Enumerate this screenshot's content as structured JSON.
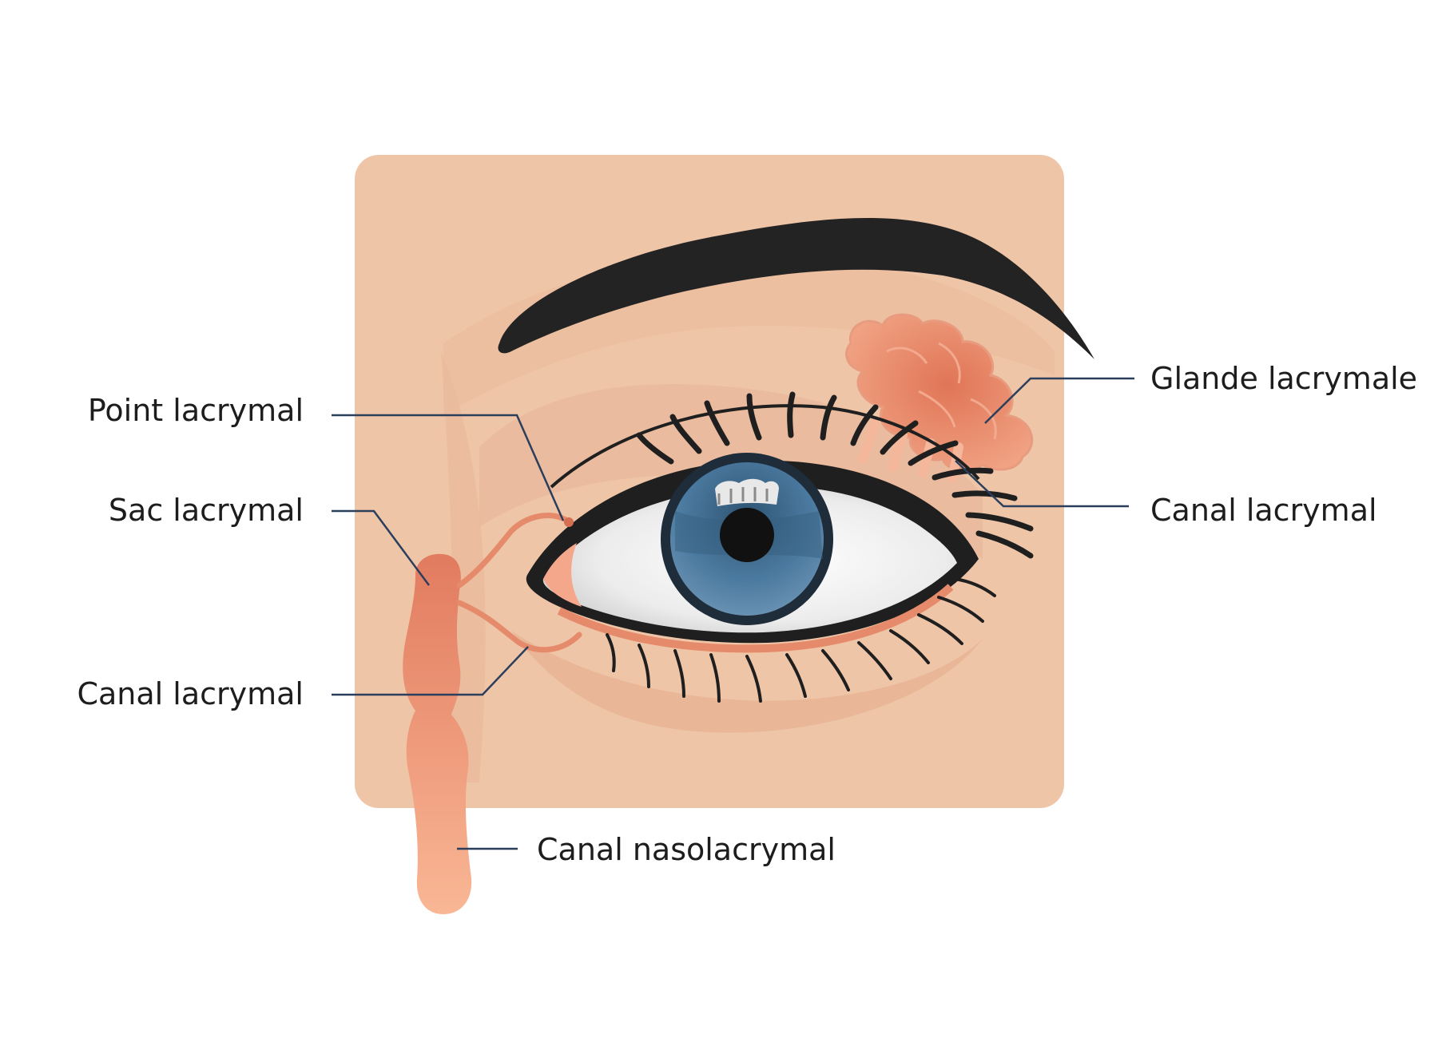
{
  "labels": {
    "point_lacrymal": "Point lacrymal",
    "sac_lacrymal": "Sac lacrymal",
    "canal_lacrymal_left": "Canal lacrymal",
    "glande_lacrymale": "Glande lacrymale",
    "canal_lacrymal_right": "Canal lacrymal",
    "canal_nasolacrymal": "Canal nasolacrymal"
  },
  "colors": {
    "background": "#ffffff",
    "skin_panel": "#efc5a8",
    "skin_shadow": "#e6b394",
    "eyebrow": "#232323",
    "gland": "#e47f62",
    "duct": "#e58b6c",
    "iris": "#3f6b8d",
    "leader_line": "#2b3f5c"
  }
}
